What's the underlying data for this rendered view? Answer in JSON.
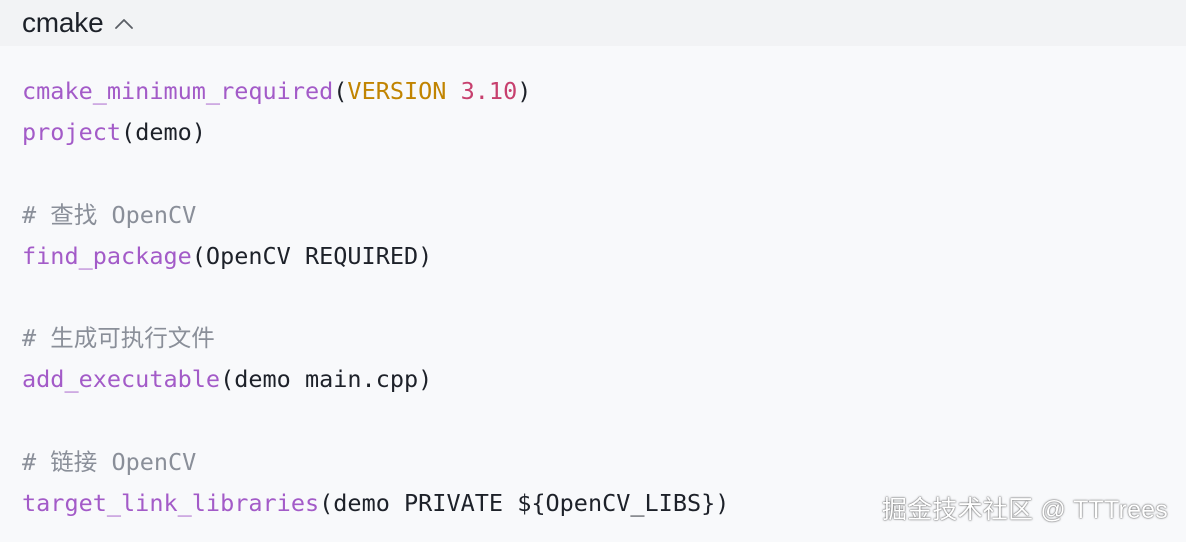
{
  "header": {
    "language_label": "cmake",
    "collapse_icon": "chevron-up-icon"
  },
  "code": {
    "lines": [
      {
        "tokens": [
          {
            "type": "fn",
            "text": "cmake_minimum_required"
          },
          {
            "type": "plain",
            "text": "("
          },
          {
            "type": "kw",
            "text": "VERSION"
          },
          {
            "type": "plain",
            "text": " "
          },
          {
            "type": "num",
            "text": "3.10"
          },
          {
            "type": "plain",
            "text": ")"
          }
        ]
      },
      {
        "tokens": [
          {
            "type": "fn",
            "text": "project"
          },
          {
            "type": "plain",
            "text": "(demo)"
          }
        ]
      },
      {
        "tokens": []
      },
      {
        "tokens": [
          {
            "type": "cm",
            "text": "# "
          },
          {
            "type": "cm-zh",
            "text": "查找"
          },
          {
            "type": "cm",
            "text": " OpenCV"
          }
        ]
      },
      {
        "tokens": [
          {
            "type": "fn",
            "text": "find_package"
          },
          {
            "type": "plain",
            "text": "(OpenCV REQUIRED)"
          }
        ]
      },
      {
        "tokens": []
      },
      {
        "tokens": [
          {
            "type": "cm",
            "text": "# "
          },
          {
            "type": "cm-zh",
            "text": "生成可执行文件"
          }
        ]
      },
      {
        "tokens": [
          {
            "type": "fn",
            "text": "add_executable"
          },
          {
            "type": "plain",
            "text": "(demo main.cpp)"
          }
        ]
      },
      {
        "tokens": []
      },
      {
        "tokens": [
          {
            "type": "cm",
            "text": "# "
          },
          {
            "type": "cm-zh",
            "text": "链接"
          },
          {
            "type": "cm",
            "text": " OpenCV"
          }
        ]
      },
      {
        "tokens": [
          {
            "type": "fn",
            "text": "target_link_libraries"
          },
          {
            "type": "plain",
            "text": "(demo PRIVATE ${OpenCV_LIBS})"
          }
        ]
      }
    ]
  },
  "watermark": {
    "text": "掘金技术社区 @ TTTrees"
  },
  "colors": {
    "background": "#f8f9fb",
    "header_background": "#f2f3f5",
    "function": "#a35bc8",
    "keyword": "#c18401",
    "number": "#c7406e",
    "comment": "#8a8f99",
    "plain": "#1d2129"
  }
}
